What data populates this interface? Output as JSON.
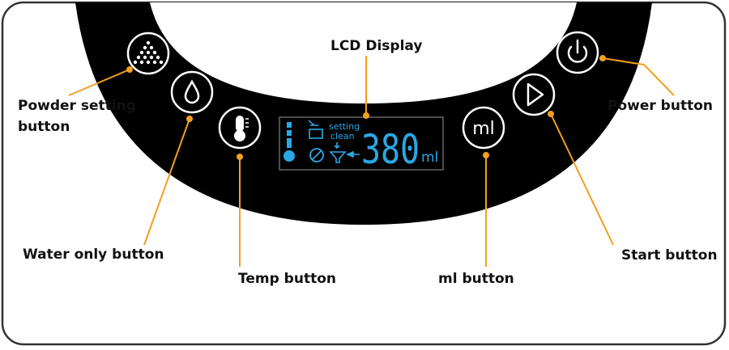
{
  "labels": {
    "powder_line1": "Powder setting",
    "powder_line2": "button",
    "water": "Water only button",
    "temp": "Temp button",
    "lcd": "LCD Display",
    "ml": "ml button",
    "start": "Start button",
    "power": "Power button"
  },
  "lcd": {
    "setting": "setting",
    "clean": "clean",
    "volume": "380",
    "unit": "ml"
  },
  "buttons": {
    "ml_label": "ml"
  },
  "icons": {
    "powder": "powder-dots-icon",
    "water": "water-drop-icon",
    "temp": "thermometer-icon",
    "ml": "ml-icon",
    "start": "play-icon",
    "power": "power-icon"
  },
  "colors": {
    "panel": "#000000",
    "leader": "#f2a01e",
    "lcd": "#2aa8e6",
    "frame": "#333333"
  }
}
